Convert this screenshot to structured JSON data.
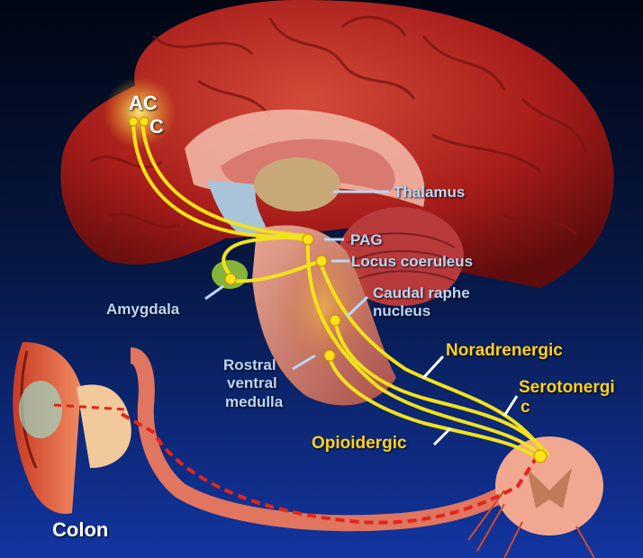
{
  "labels": {
    "acc_line1": "AC",
    "acc_line2": "C",
    "thalamus": "Thalamus",
    "pag": "PAG",
    "locus_coeruleus": "Locus coeruleus",
    "amygdala": "Amygdala",
    "caudal_raphe_line1": "Caudal raphe",
    "caudal_raphe_line2": "nucleus",
    "rostral_line1": "Rostral",
    "rostral_line2": "ventral",
    "rostral_line3": "medulla",
    "noradrenergic": "Noradrenergic",
    "serotonergic_line1": "Serotonergi",
    "serotonergic_line2": "c",
    "opioidergic": "Opioidergic",
    "colon": "Colon"
  },
  "colors": {
    "background_top": "#000814",
    "background_bottom": "#0f2d8e",
    "brain": "#b4231f",
    "pathway": "#f2e21a",
    "pathway_dashed": "#e0261c",
    "label_blue": "#bcd6f4",
    "label_yellow": "#ffd21f"
  }
}
